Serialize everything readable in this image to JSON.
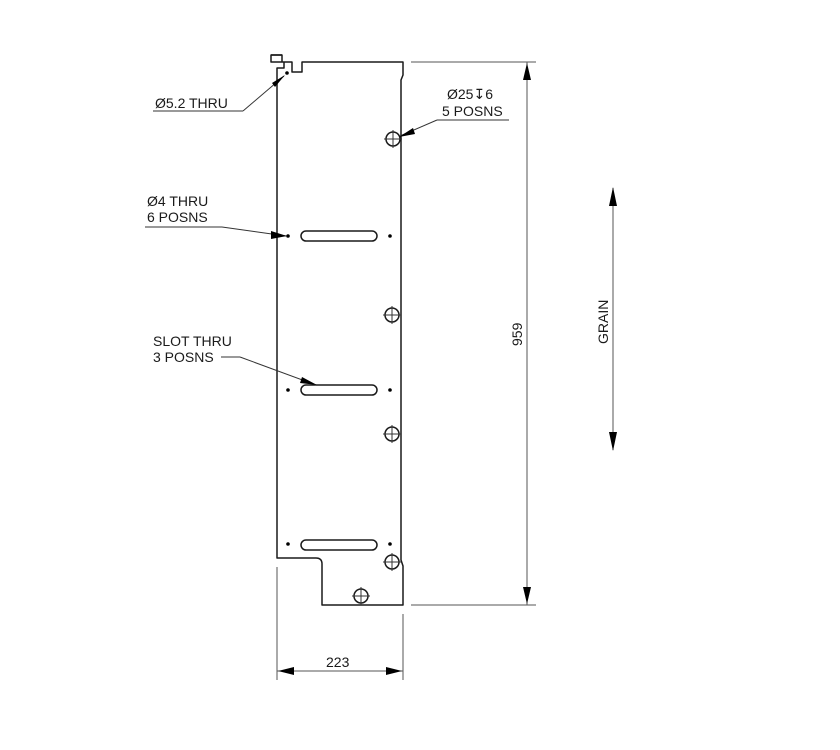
{
  "drawing": {
    "colors": {
      "line": "#1a1a1a",
      "dimension": "#555555",
      "background": "#ffffff"
    },
    "callouts": {
      "hole_5_2": {
        "line1": "Ø5.2 THRU"
      },
      "hole_25": {
        "line1": "Ø25↧6",
        "line2": "5 POSNS"
      },
      "hole_4": {
        "line1": "Ø4 THRU",
        "line2": "6 POSNS"
      },
      "slot": {
        "line1": "SLOT THRU",
        "line2": "3 POSNS"
      }
    },
    "dimensions": {
      "height": "959",
      "width": "223"
    },
    "grain": {
      "label": "GRAIN"
    }
  }
}
